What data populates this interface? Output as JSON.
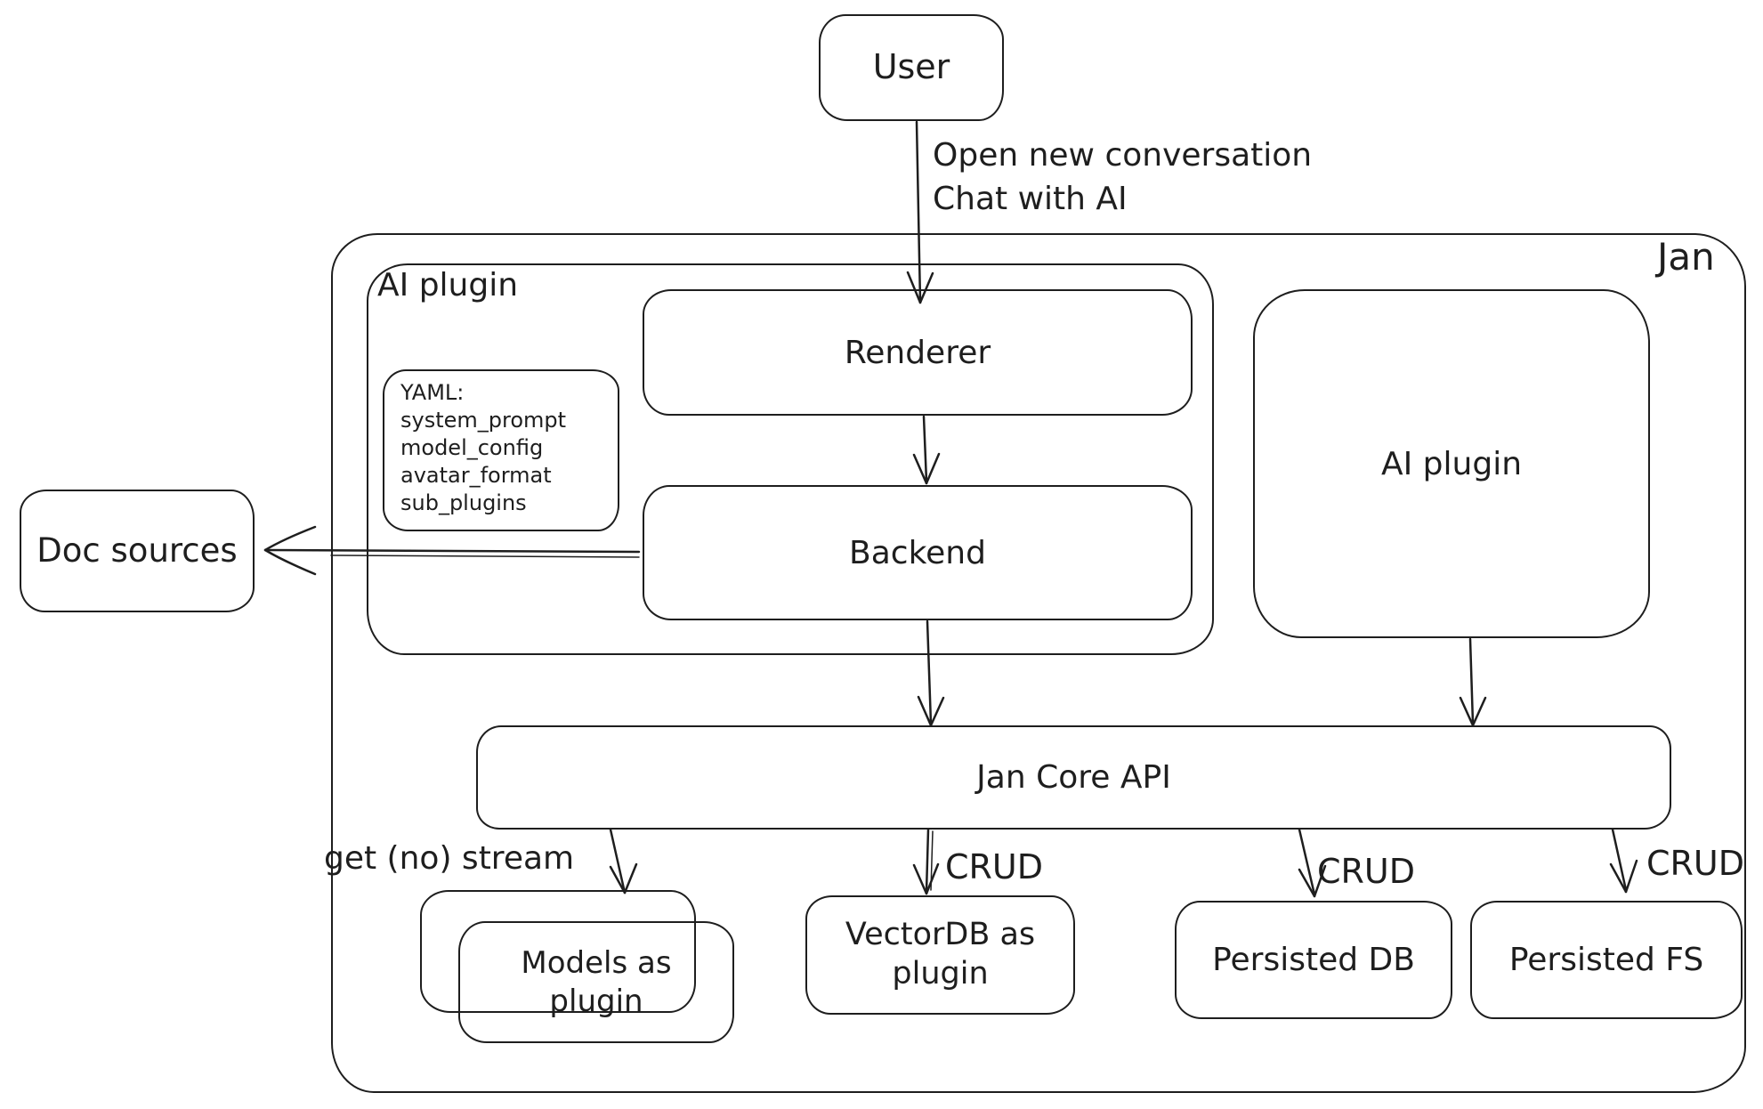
{
  "diagram": {
    "colors": {
      "stroke": "#1e1e1e",
      "background": "#ffffff"
    },
    "containers": {
      "jan": {
        "label": "Jan"
      },
      "ai_plugin_group": {
        "label": "AI plugin"
      }
    },
    "nodes": {
      "user": {
        "label": "User"
      },
      "renderer": {
        "label": "Renderer"
      },
      "backend": {
        "label": "Backend"
      },
      "doc_sources": {
        "label": "Doc sources"
      },
      "ai_plugin": {
        "label": "AI plugin"
      },
      "jan_core_api": {
        "label": "Jan Core API"
      },
      "models_as_plugin": {
        "label": "Models as plugin"
      },
      "vectordb": {
        "label": "VectorDB as plugin"
      },
      "persisted_db": {
        "label": "Persisted DB"
      },
      "persisted_fs": {
        "label": "Persisted FS"
      }
    },
    "yaml_note": {
      "lines": [
        "YAML:",
        "system_prompt",
        "model_config",
        "avatar_format",
        "sub_plugins"
      ]
    },
    "edge_labels": {
      "user_to_renderer": "Open new conversation\nChat with AI",
      "get_no_stream": "get (no) stream",
      "crud_vectordb": "CRUD",
      "crud_persisted_db": "CRUD",
      "crud_persisted_fs": "CRUD"
    }
  }
}
